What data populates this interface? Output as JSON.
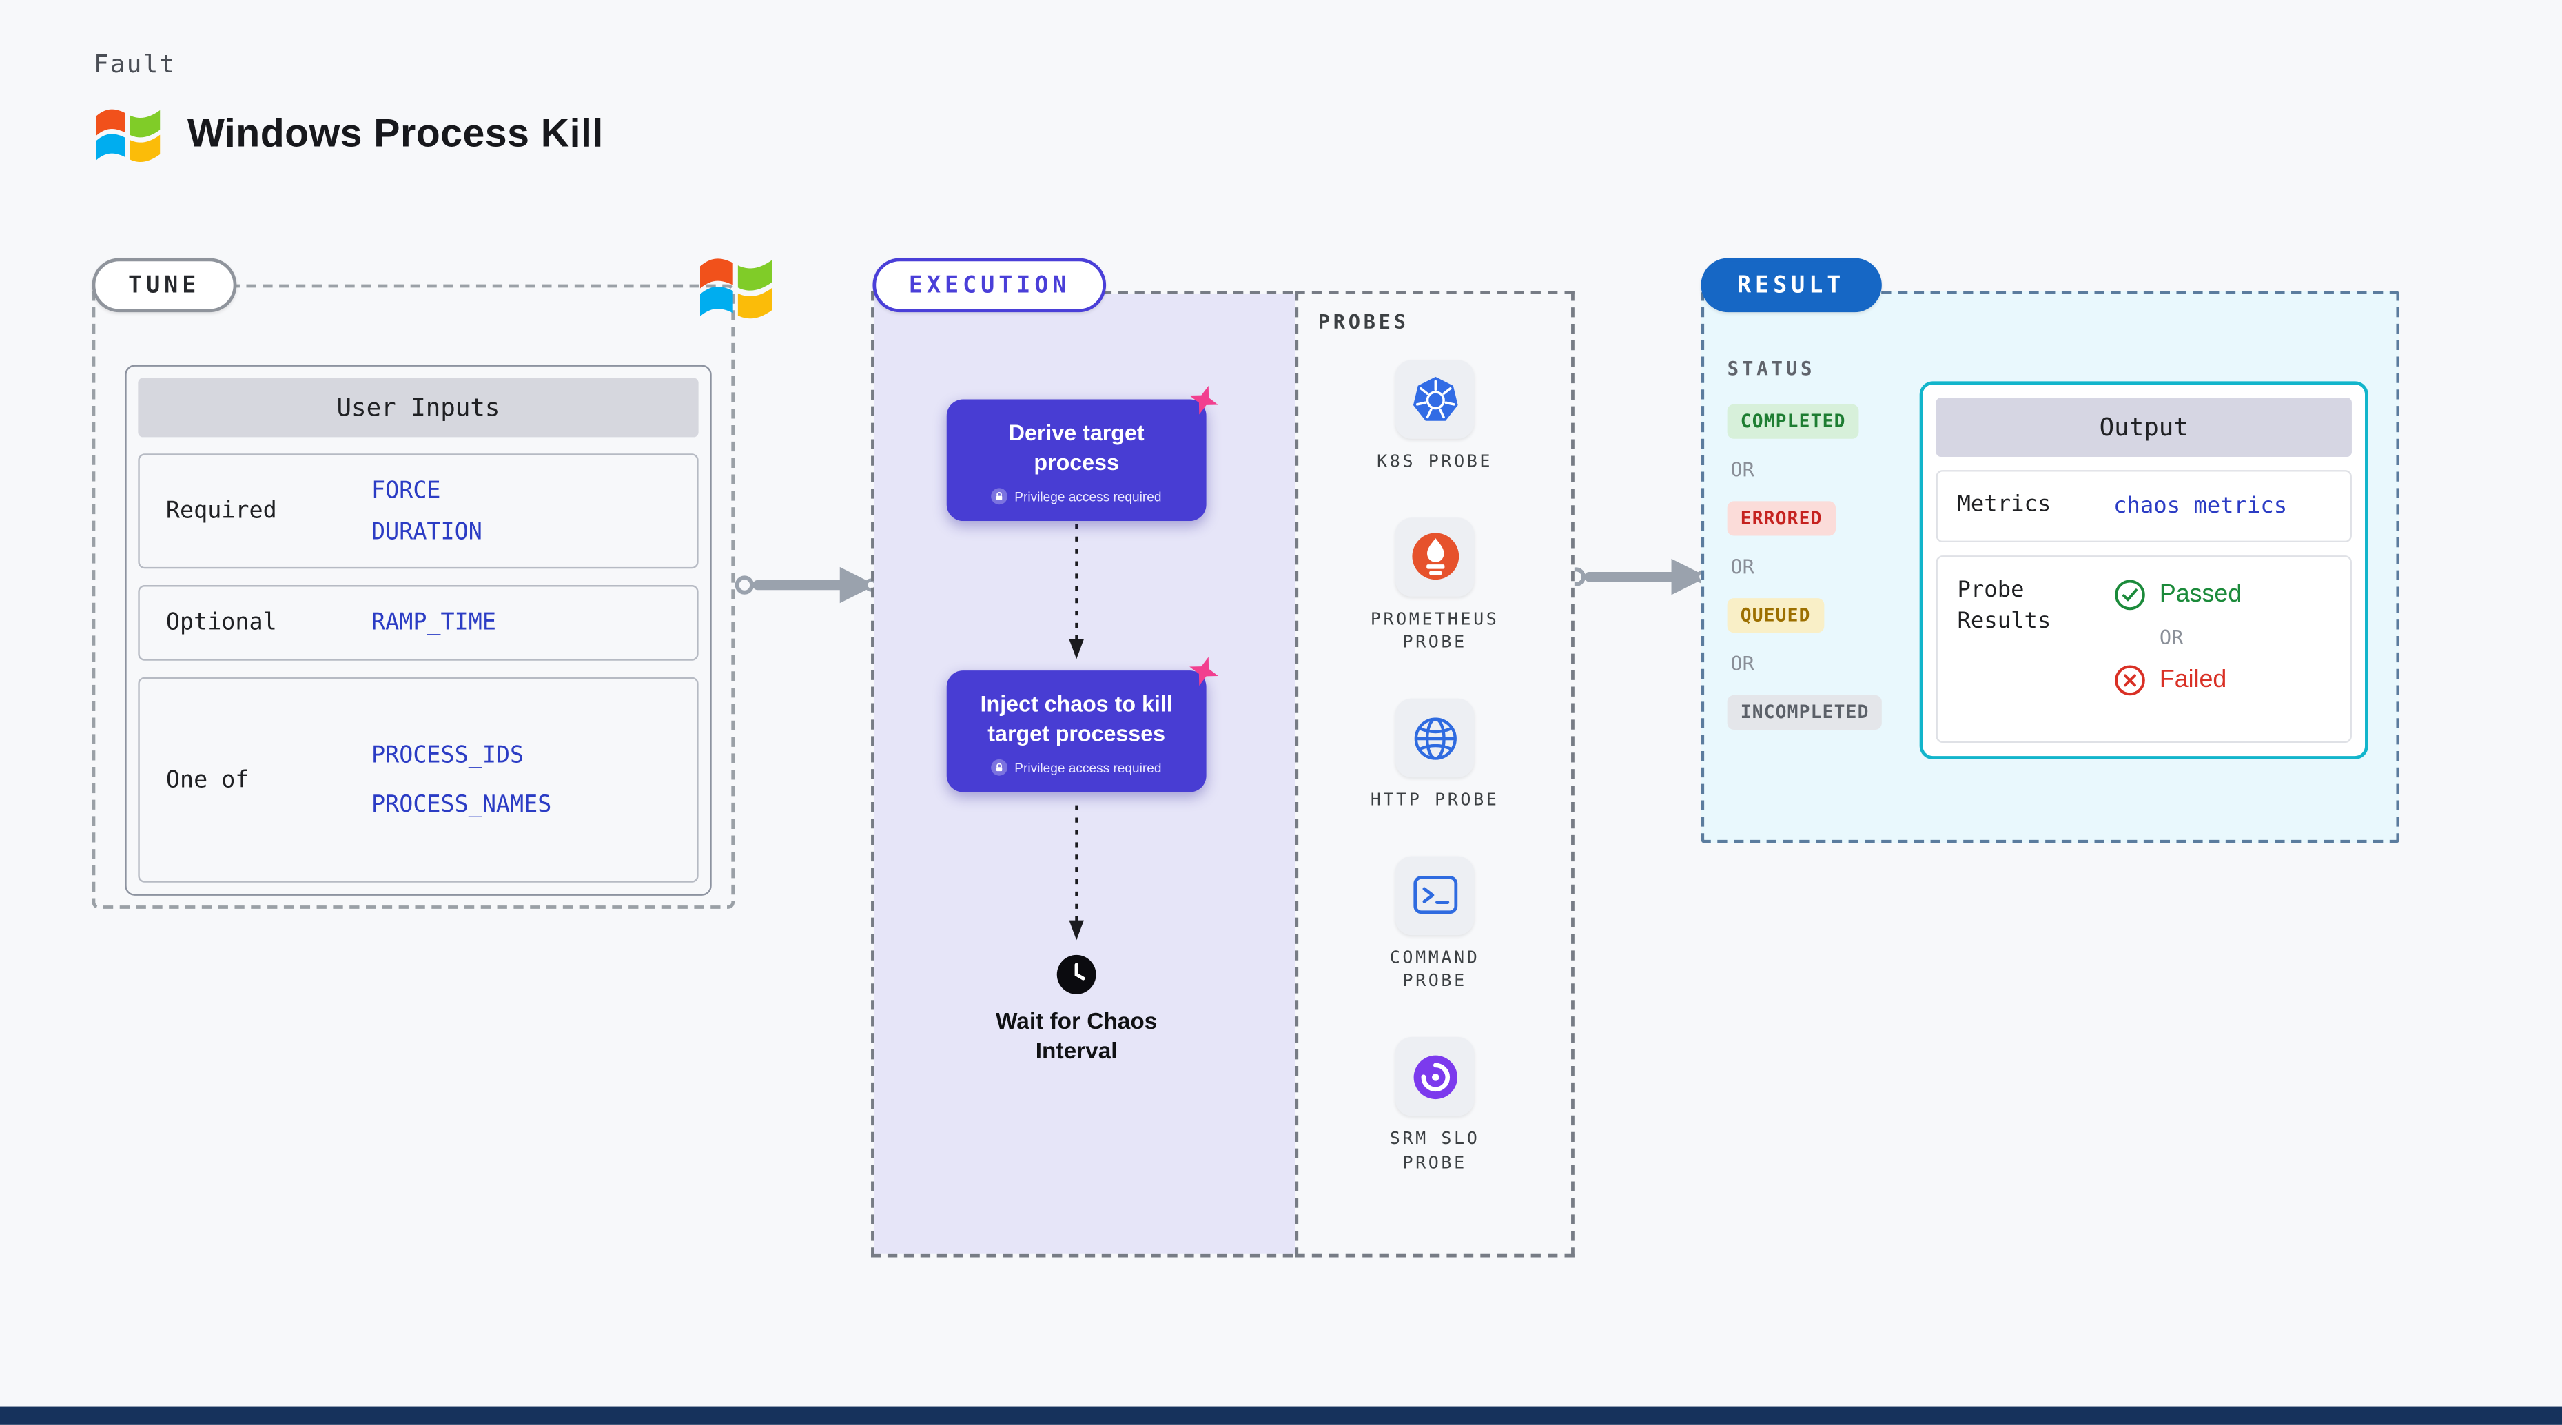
{
  "header": {
    "kicker": "Fault",
    "title": "Windows Process Kill"
  },
  "colors": {
    "accent_indigo": "#483DD3",
    "accent_blue": "#1667C5",
    "accent_cyan": "#12B5CB",
    "status_completed": "#1E7D32",
    "status_errored": "#C5221F",
    "status_queued": "#9C6F00",
    "status_incompleted": "#5B6068",
    "passed_green": "#1B8A3A",
    "failed_red": "#D93025",
    "value_blue": "#2B3CC4",
    "sparkle_pink": "#F23F8F"
  },
  "tune": {
    "label": "TUNE",
    "table": {
      "header": "User Inputs",
      "rows": [
        {
          "label": "Required",
          "values": [
            "FORCE",
            "DURATION"
          ]
        },
        {
          "label": "Optional",
          "values": [
            "RAMP_TIME"
          ]
        },
        {
          "label": "One of",
          "values": [
            "PROCESS_IDS",
            "PROCESS_NAMES"
          ]
        }
      ]
    }
  },
  "execution": {
    "label": "EXECUTION",
    "steps": [
      {
        "title": "Derive target process",
        "badge": "Privilege access required"
      },
      {
        "title": "Inject chaos to kill target processes",
        "badge": "Privilege access required"
      }
    ],
    "wait_label": "Wait for Chaos Interval"
  },
  "probes": {
    "label": "PROBES",
    "items": [
      {
        "name": "K8S PROBE",
        "icon": "k8s-probe-icon"
      },
      {
        "name": "PROMETHEUS PROBE",
        "icon": "prometheus-probe-icon"
      },
      {
        "name": "HTTP PROBE",
        "icon": "http-probe-icon"
      },
      {
        "name": "COMMAND PROBE",
        "icon": "command-probe-icon"
      },
      {
        "name": "SRM SLO PROBE",
        "icon": "srm-slo-probe-icon"
      }
    ]
  },
  "result": {
    "label": "RESULT",
    "status_heading": "STATUS",
    "or_label": "OR",
    "statuses": [
      {
        "label": "COMPLETED",
        "kind": "completed"
      },
      {
        "label": "ERRORED",
        "kind": "errored"
      },
      {
        "label": "QUEUED",
        "kind": "queued"
      },
      {
        "label": "INCOMPLETED",
        "kind": "incompleted"
      }
    ],
    "output": {
      "header": "Output",
      "metrics_label": "Metrics",
      "metrics_value": "chaos metrics",
      "probe_results_label": "Probe Results",
      "passed_label": "Passed",
      "failed_label": "Failed"
    }
  }
}
